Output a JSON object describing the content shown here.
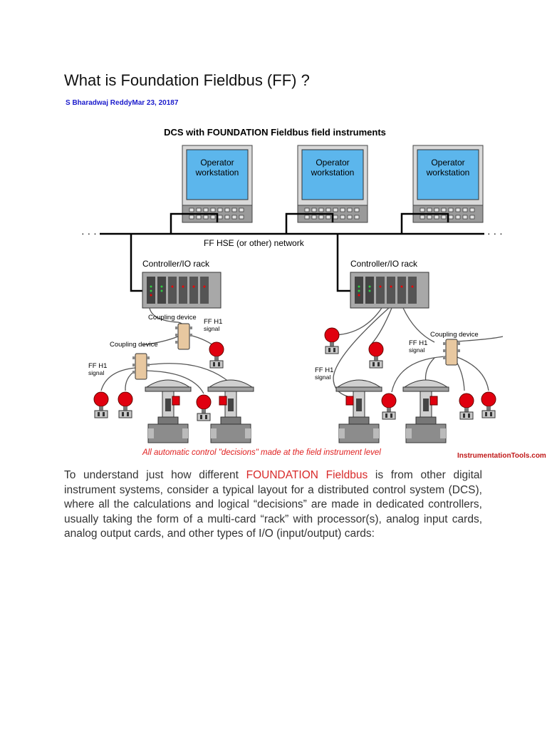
{
  "page": {
    "title": "What is Foundation Fieldbus (FF) ?",
    "byline": "S Bharadwaj ReddyMar 23, 20187"
  },
  "figure": {
    "heading": "DCS with FOUNDATION Fieldbus field instruments",
    "workstation_label_1": "Operator",
    "workstation_label_2": "workstation",
    "network_label": "FF HSE (or other) network",
    "ellipsis": "· · ·",
    "rack_label": "Controller/IO rack",
    "coupling_label": "Coupling device",
    "ffh1_line1": "FF H1",
    "ffh1_line2": "signal",
    "caption": "All automatic control \"decisions\" made at the field instrument level",
    "watermark": "InstrumentationTools.com",
    "colors": {
      "screen": "#5cb6ec",
      "monitor": "#d9d9d9",
      "rack": "#a8a8a8",
      "coupler": "#e8c8a0",
      "transmitter": "#e0000f",
      "caption": "#e02020"
    }
  },
  "article": {
    "p1_before": "To understand just how different ",
    "p1_link": "FOUNDATION Fieldbus",
    "p1_after": " is from other digital instrument systems, consider a typical layout for a distributed control system (DCS), where all the calculations and logical “decisions” are made in dedicated controllers, usually taking the form of a multi-card “rack” with processor(s), analog input cards, analog output cards, and other types of I/O (input/output) cards:"
  }
}
